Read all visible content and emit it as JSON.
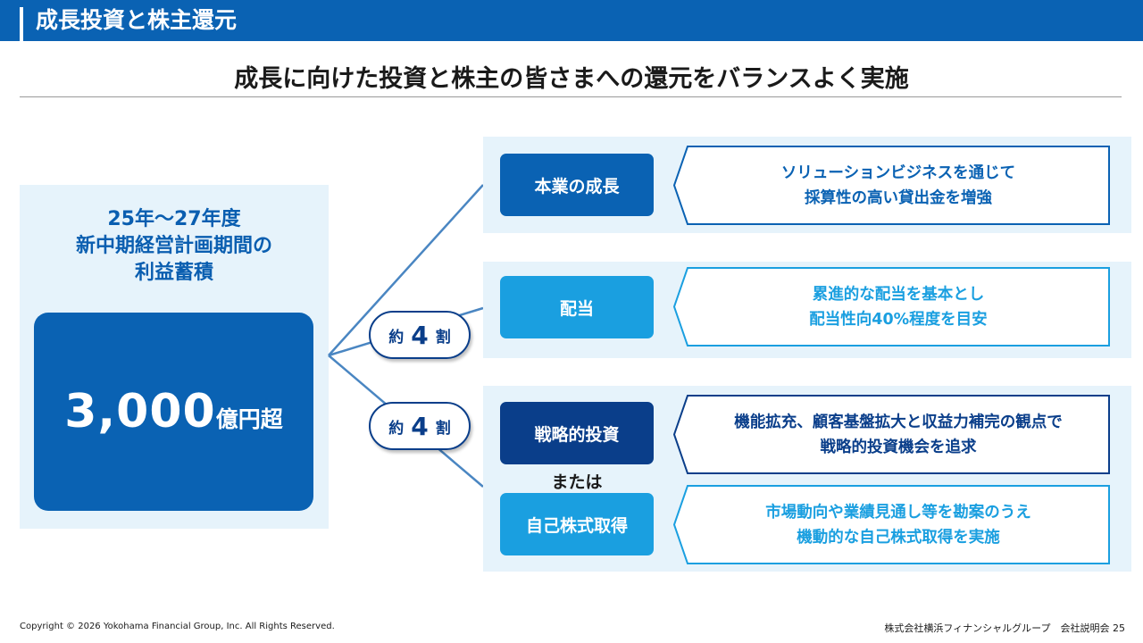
{
  "header": {
    "title": "成長投資と株主還元"
  },
  "subtitle": "成長に向けた投資と株主の皆さまへの還元をバランスよく実施",
  "left": {
    "period_lines": [
      "25年～27年度",
      "新中期経営計画期間の",
      "利益蓄積"
    ],
    "total_value": "3,000",
    "total_unit": "億円超"
  },
  "ratios": [
    {
      "prefix": "約",
      "value": "4",
      "suffix": "割"
    },
    {
      "prefix": "約",
      "value": "4",
      "suffix": "割"
    }
  ],
  "items": [
    {
      "label": "本業の成長",
      "desc": [
        "ソリューションビジネスを通じて",
        "採算性の高い貸出金を増強"
      ]
    },
    {
      "label": "配当",
      "desc": [
        "累進的な配当を基本とし",
        "配当性向40%程度を目安"
      ]
    },
    {
      "label": "戦略的投資",
      "desc": [
        "機能拡充、顧客基盤拡大と収益力補完の観点で",
        "戦略的投資機会を追求"
      ]
    },
    {
      "label": "自己株式取得",
      "desc": [
        "市場動向や業績見通し等を勘案のうえ",
        "機動的な自己株式取得を実施"
      ]
    }
  ],
  "or_text": "または",
  "footer": {
    "copyright": "Copyright © 2026 Yokohama Financial Group, Inc. All Rights Reserved.",
    "company": "株式会社横浜フィナンシャルグループ　会社説明会",
    "page": "25"
  },
  "colors": {
    "brand_blue": "#0a62b3",
    "navy": "#0a3e8a",
    "light_blue": "#1a9fe0",
    "panel_bg": "#e6f3fb"
  }
}
